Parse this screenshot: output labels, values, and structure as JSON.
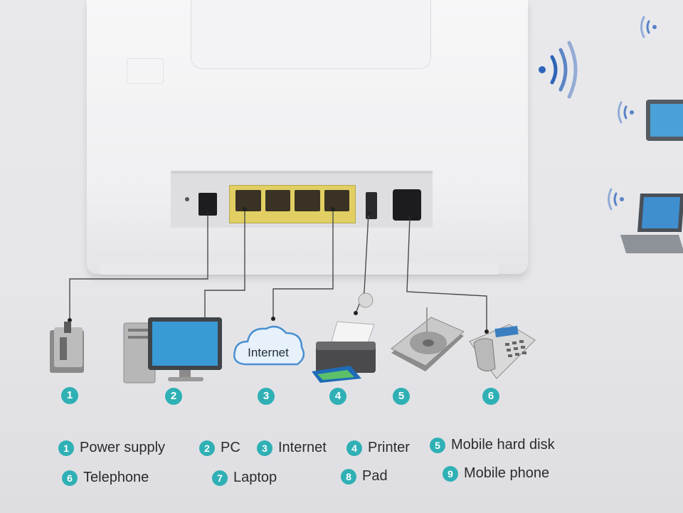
{
  "colors": {
    "accent": "#2fb0b5",
    "lan_yellow": "#e1cf63",
    "wifi_blue": "#2f64b8"
  },
  "diagram": {
    "internet_label": "Internet",
    "markers": [
      {
        "number": "1",
        "icon": "power-adapter-icon"
      },
      {
        "number": "2",
        "icon": "desktop-pc-icon"
      },
      {
        "number": "3",
        "icon": "internet-cloud-icon"
      },
      {
        "number": "4",
        "icon": "printer-icon"
      },
      {
        "number": "5",
        "icon": "hard-disk-icon"
      },
      {
        "number": "6",
        "icon": "telephone-icon"
      }
    ],
    "wireless_devices": [
      "wifi-signal-icon",
      "tablet-icon",
      "laptop-icon"
    ]
  },
  "legend": [
    {
      "number": "1",
      "label": "Power supply"
    },
    {
      "number": "2",
      "label": "PC"
    },
    {
      "number": "3",
      "label": "Internet"
    },
    {
      "number": "4",
      "label": "Printer"
    },
    {
      "number": "5",
      "label": "Mobile hard disk"
    },
    {
      "number": "6",
      "label": "Telephone"
    },
    {
      "number": "7",
      "label": "Laptop"
    },
    {
      "number": "8",
      "label": "Pad"
    },
    {
      "number": "9",
      "label": "Mobile phone"
    }
  ]
}
